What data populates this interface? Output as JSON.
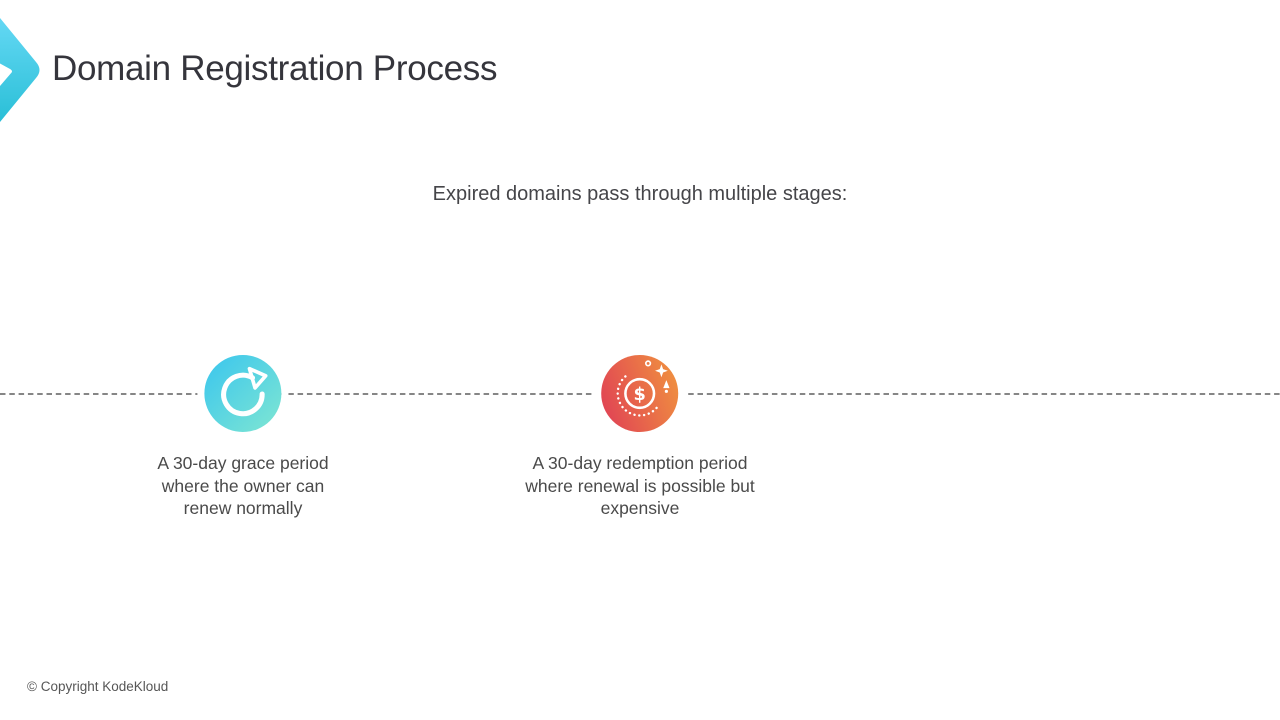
{
  "slide": {
    "title": "Domain Registration Process",
    "subtitle": "Expired domains pass through multiple stages:",
    "footer_copyright": "© Copyright KodeKloud"
  },
  "timeline": {
    "line_style": "dashed",
    "stages": [
      {
        "id": "grace-period",
        "icon": "renew-arrow-icon",
        "caption": "A 30-day grace period\nwhere the owner can\nrenew normally",
        "gradient_start": "#3fc8ec",
        "gradient_end": "#7de5d3"
      },
      {
        "id": "redemption-period",
        "icon": "dollar-coin-icon",
        "caption": "A 30-day redemption period\nwhere renewal is possible but\nexpensive",
        "gradient_start": "#e04155",
        "gradient_end": "#f0923f"
      }
    ]
  },
  "branding": {
    "logo_icon": "kodekloud-chevron-icon",
    "logo_gradient_start": "#64d8f4",
    "logo_gradient_end": "#2abfd7"
  },
  "colors": {
    "background": "#ffffff",
    "title_text": "#35353c",
    "body_text": "#4a4a4a",
    "dashed_line": "#757575"
  }
}
